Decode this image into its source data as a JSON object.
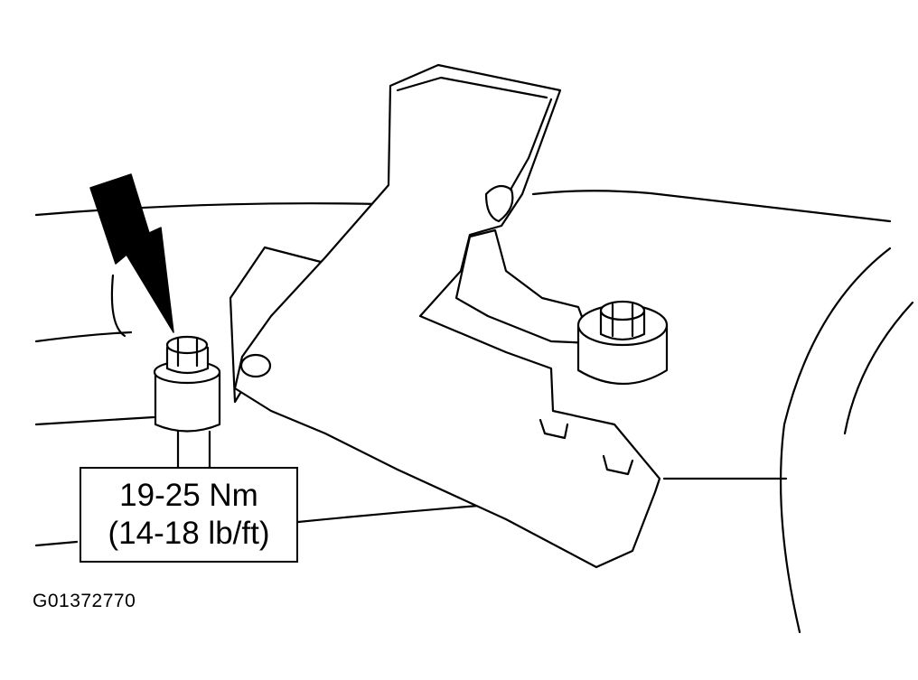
{
  "callout": {
    "metric": "19-25 Nm",
    "imperial": "(14-18 lb/ft)"
  },
  "figure_id": "G01372770",
  "colors": {
    "line": "#000000",
    "background": "#ffffff"
  }
}
